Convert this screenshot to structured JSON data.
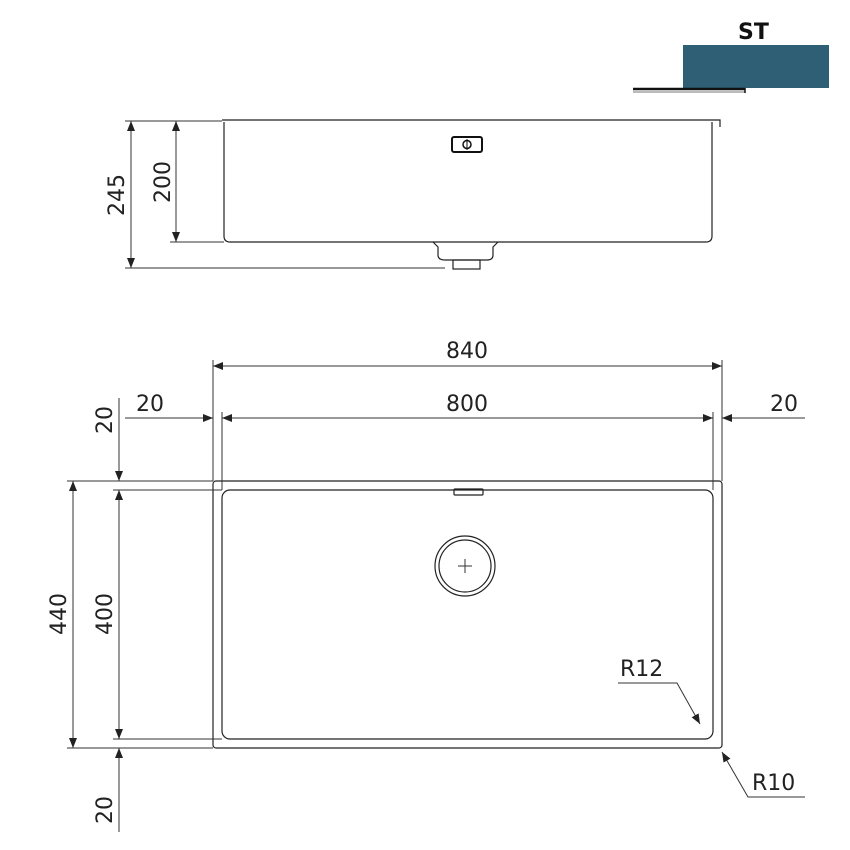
{
  "badge": {
    "label": "ST",
    "color": "#2e5f75"
  },
  "side_view": {
    "total_height": "245",
    "bowl_depth": "200"
  },
  "top_view": {
    "overall_width": "840",
    "bowl_width": "800",
    "left_margin": "20",
    "right_margin": "20",
    "overall_depth": "440",
    "bowl_depth": "400",
    "top_margin": "20",
    "bottom_margin": "20",
    "inner_radius": "R12",
    "outer_radius": "R10"
  }
}
